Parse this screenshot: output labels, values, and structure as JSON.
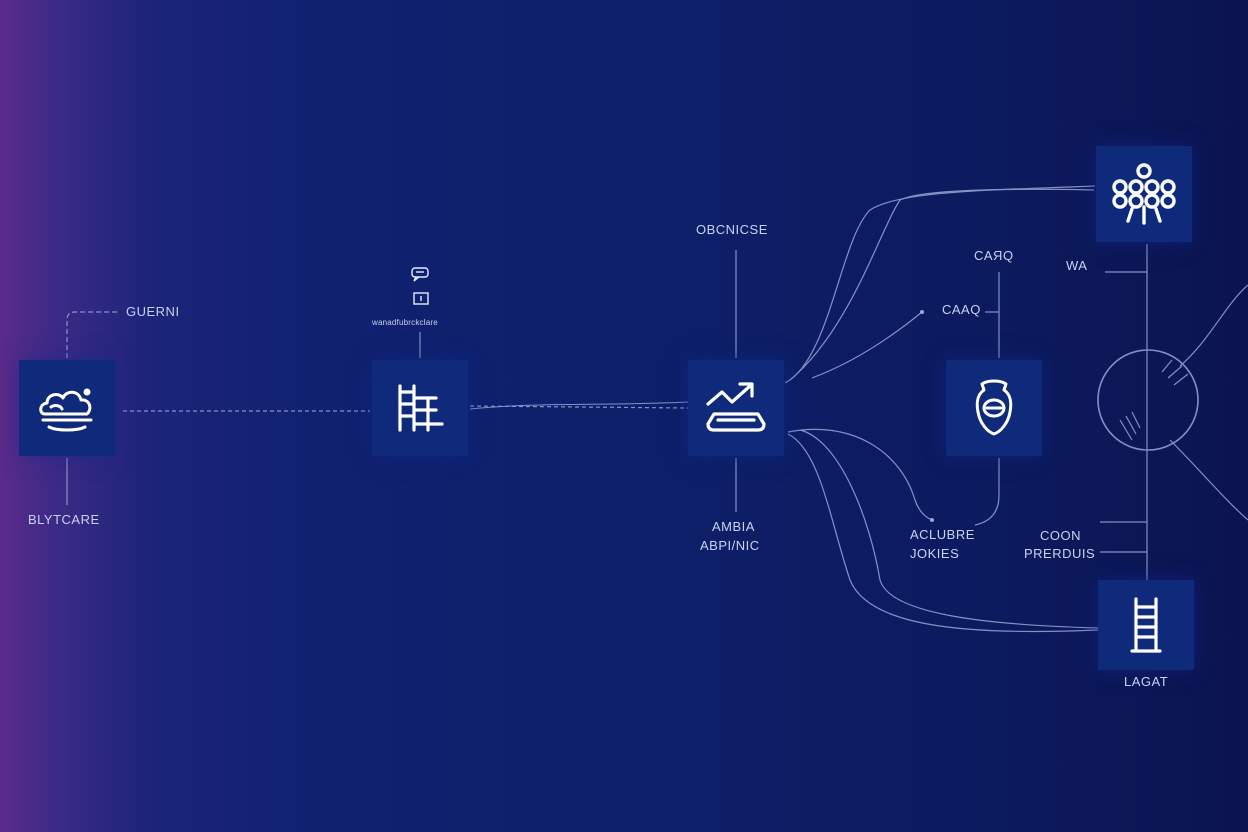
{
  "diagram": {
    "nodes": [
      {
        "id": "cloud",
        "icon": "cloud-icon"
      },
      {
        "id": "ladder",
        "icon": "ladder-icon"
      },
      {
        "id": "chart",
        "icon": "trend-arrow-icon"
      },
      {
        "id": "shield",
        "icon": "shield-icon"
      },
      {
        "id": "tree",
        "icon": "tree-icon"
      },
      {
        "id": "ladder2",
        "icon": "ladder-icon"
      }
    ],
    "labels": {
      "guerni": "GUERNI",
      "blytcare": "BLYTCARE",
      "ladder_caption": "wanadfubrckclare",
      "obcnicse": "OBCNICSE",
      "ambia": "AMBIA",
      "abpinic": "ABPI/NIC",
      "cairo_top": "CAЯQ",
      "cairo_mid": "CAAQ",
      "aclubre": "ACLUBRE",
      "jokies": "JOKIES",
      "wa": "WA",
      "coon": "COON",
      "prerduis": "PRERDUIS",
      "lagat": "LAGAT"
    },
    "colors": {
      "background_left": "#5b2b8a",
      "background_mid": "#102170",
      "background_right": "#0b1450",
      "node_fill": "#0f2a7a",
      "line": "#9aa6d8",
      "icon": "#ffffff"
    }
  }
}
